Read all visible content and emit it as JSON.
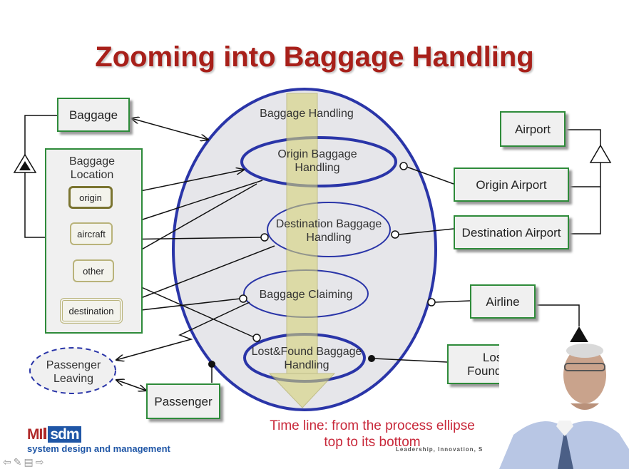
{
  "title": "Zooming into Baggage Handling",
  "left": {
    "baggage": "Baggage",
    "baggage_location": "Baggage Location",
    "states": [
      "origin",
      "aircraft",
      "other",
      "destination"
    ],
    "passenger_leaving": "Passenger Leaving",
    "passenger": "Passenger"
  },
  "process": {
    "main": "Baggage Handling",
    "origin": "Origin Baggage Handling",
    "destination": "Destination Baggage Handling",
    "claiming": "Baggage Claiming",
    "lost_found": "Lost&Found Baggage Handling"
  },
  "right": {
    "airport": "Airport",
    "origin_airport": "Origin Airport",
    "destination_airport": "Destination Airport",
    "airline": "Airline",
    "lost_found_desk": "Lost & Found Desk"
  },
  "note": "Time line: from the process ellipse top to its bottom",
  "logo": {
    "mark": "MIT sdm",
    "subtitle": "system design and management"
  },
  "tagline": "Leadership, Innovation, S",
  "nav": {
    "icons": [
      "arrow-left-icon",
      "pencil-icon",
      "menu-icon",
      "arrow-right-icon"
    ]
  },
  "colors": {
    "title": "#a8201a",
    "process_border": "#2a35a8",
    "object_border": "#2e8b3a",
    "timeline_arrow": "#d6d37a",
    "note": "#c8283a"
  }
}
